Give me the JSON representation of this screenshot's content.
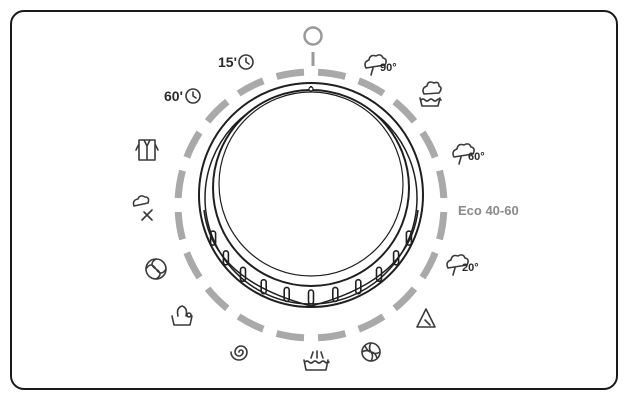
{
  "dial": {
    "off_label": "O",
    "programs": [
      {
        "id": "cotton-90",
        "icon": "cotton-icon",
        "label": "90°"
      },
      {
        "id": "cotton",
        "icon": "cotton-basin-icon",
        "label": ""
      },
      {
        "id": "cotton-60",
        "icon": "cotton-icon",
        "label": "60°"
      },
      {
        "id": "eco-40-60",
        "icon": "",
        "label": "Eco 40-60"
      },
      {
        "id": "cotton-20",
        "icon": "cotton-icon",
        "label": "20°"
      },
      {
        "id": "synthetics",
        "icon": "triangle-icon",
        "label": ""
      },
      {
        "id": "delicates",
        "icon": "flower-icon",
        "label": ""
      },
      {
        "id": "wool",
        "icon": "wool-basin-icon",
        "label": ""
      },
      {
        "id": "spin",
        "icon": "spiral-icon",
        "label": ""
      },
      {
        "id": "rinse",
        "icon": "rinse-icon",
        "label": ""
      },
      {
        "id": "steam",
        "icon": "steam-swirl-icon",
        "label": ""
      },
      {
        "id": "mixed",
        "icon": "mixed-icon",
        "label": ""
      },
      {
        "id": "shirts",
        "icon": "shirt-icon",
        "label": ""
      },
      {
        "id": "quick-60",
        "icon": "timer-icon",
        "label": "60'"
      },
      {
        "id": "quick-15",
        "icon": "timer-icon",
        "label": "15'"
      }
    ]
  },
  "colors": {
    "dash": "#a9a9a9",
    "icon": "#3a3a3a",
    "eco": "#8a8a8a"
  }
}
